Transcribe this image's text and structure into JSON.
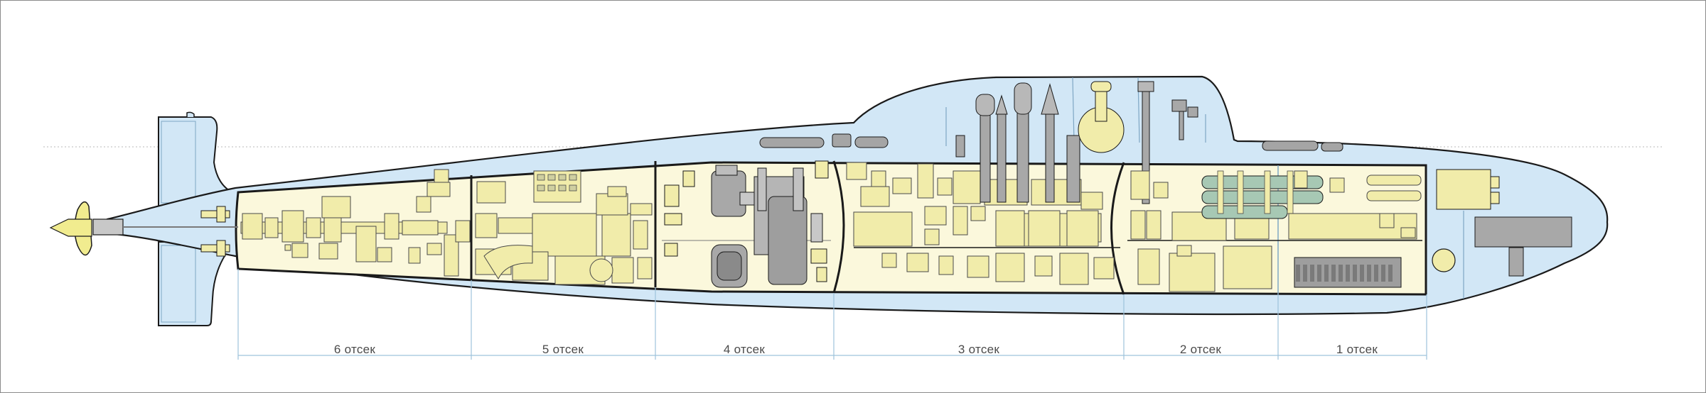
{
  "diagram": {
    "compartments": [
      {
        "label": "6 отсек"
      },
      {
        "label": "5 отсек"
      },
      {
        "label": "4 отсек"
      },
      {
        "label": "3 отсек"
      },
      {
        "label": "2 отсек"
      },
      {
        "label": "1 отсек"
      }
    ],
    "colors": {
      "outer_hull": "#d2e7f6",
      "pressure_hull": "#fbf8dc",
      "equipment": "#f1ecaa",
      "equipment_dark": "#9e9e9e",
      "torpedo": "#a7c8b4",
      "outline": "#1a1a1a",
      "divider": "#9ec3dc"
    }
  }
}
